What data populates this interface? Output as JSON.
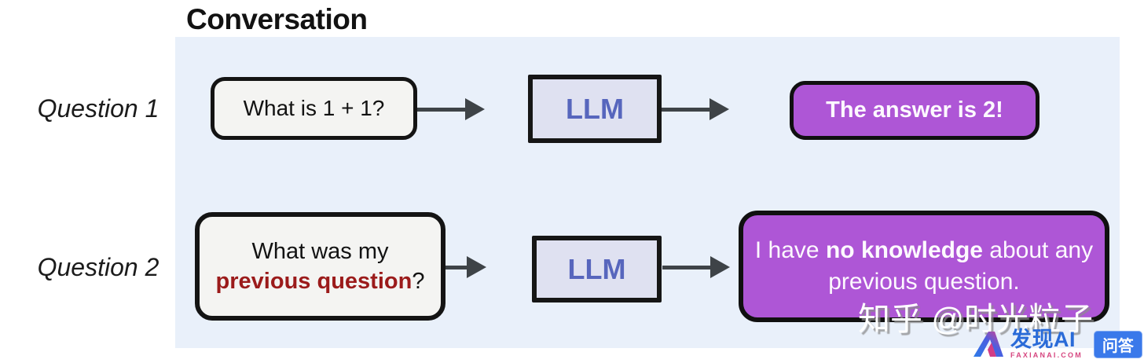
{
  "title": "Conversation",
  "rows": [
    {
      "label": "Question 1",
      "question": {
        "text": "What is 1 + 1?"
      },
      "llm_label": "LLM",
      "answer": {
        "text": "The answer is 2!"
      }
    },
    {
      "label": "Question 2",
      "question": {
        "line1": "What was my",
        "highlight": "previous question",
        "suffix": "?"
      },
      "llm_label": "LLM",
      "answer": {
        "prefix": "I have ",
        "bold": "no knowledge",
        "suffix": " about any previous question."
      }
    }
  ],
  "watermark": "知乎 @时光粒子",
  "branding": {
    "brand": "发现AI",
    "domain": "FAXIANAI.COM",
    "badge": "问答"
  },
  "colors": {
    "panel_bg": "#e9f0fa",
    "question_box_bg": "#f4f4f2",
    "box_border": "#141414",
    "llm_box_bg": "#dfe1f1",
    "llm_text": "#5766bd",
    "answer_box_bg": "#ae56d6",
    "answer_text": "#fdf9fe",
    "highlight_red": "#9b1b1b",
    "arrow": "#3e4347",
    "brand_blue": "#2a6bd8",
    "brand_pink": "#d6457f",
    "badge_blue": "#3a79ea"
  }
}
